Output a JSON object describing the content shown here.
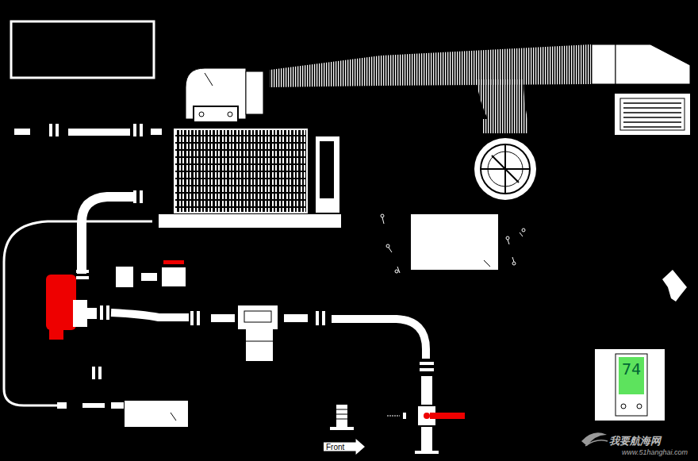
{
  "diagram": {
    "nodes": [
      {
        "text": [
          "Front"
        ]
      },
      {
        "text": [
          "74"
        ]
      }
    ],
    "labels": [
      "我要航海网",
      "www.51hanghai.com"
    ]
  }
}
